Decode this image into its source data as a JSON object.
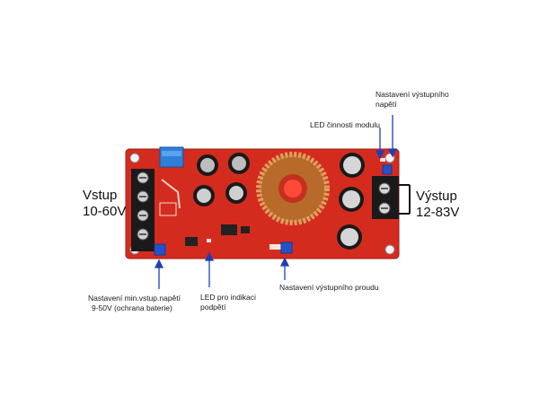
{
  "input": {
    "line1": "Vstup",
    "line2": "10-60V"
  },
  "output": {
    "line1": "Výstup",
    "line2": "12-83V"
  },
  "callouts": {
    "voltage_adjust": {
      "line1": "Nastavení výstupního",
      "line2": "napětí"
    },
    "activity_led": "LED činnosti modulu",
    "min_input": {
      "line1": "Nastavení min.vstup.napětí",
      "line2": "9-50V (ochrana baterie)"
    },
    "power_led": {
      "line1": "LED pro indikaci",
      "line2": "podpětí"
    },
    "current_adjust": "Nastavení výstupního proudu"
  },
  "colors": {
    "board": "#d42b1f",
    "arrow": "#1f3fb5",
    "trimpot": "#2452c9"
  }
}
